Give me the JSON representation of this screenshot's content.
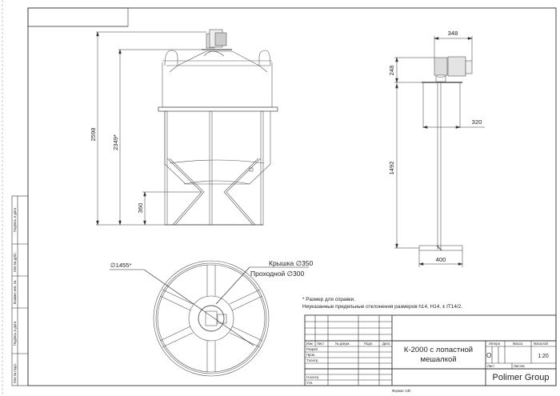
{
  "drawing": {
    "front_view": {
      "dimensions": {
        "total_height": "2598",
        "tank_height": "2349*",
        "bottom_height": "360"
      }
    },
    "mixer_view": {
      "dimensions": {
        "motor_width": "348",
        "motor_height": "248",
        "flange_width": "320",
        "shaft_length": "1492",
        "blade_width": "400"
      }
    },
    "top_view": {
      "diameter_label": "∅1455*",
      "lid_label": "Крышка ∅350",
      "passage_label": "Проходной ∅300"
    },
    "notes": {
      "line1": "* Размер для справки.",
      "line2": "Неуказанные предельные отклонения размеров h14, H14, ± IT14/2."
    }
  },
  "side_strip": {
    "labels": [
      "Подпись и дата",
      "Инв № дубл.",
      "Взамен инв. №",
      "Подпись и дата",
      "Инв № подл."
    ]
  },
  "title_block": {
    "rev_headers": [
      "Изм",
      "Лист",
      "№ докум.",
      "Подп.",
      "Дата"
    ],
    "roles": [
      "Разраб.",
      "Пров.",
      "Т.контр.",
      "",
      "Н.контр.",
      "Утв."
    ],
    "title_line1": "К-2000 с лопастной",
    "title_line2": "мешалкой",
    "litera_label": "Литера",
    "mass_label": "Масса",
    "scale_label": "Масштаб",
    "litera_value": "О",
    "mass_value": "",
    "scale_value": "1:20",
    "sheet_label": "Лист",
    "sheets_label": "Листов",
    "company": "Polimer Group",
    "format": "Формат А3h"
  }
}
